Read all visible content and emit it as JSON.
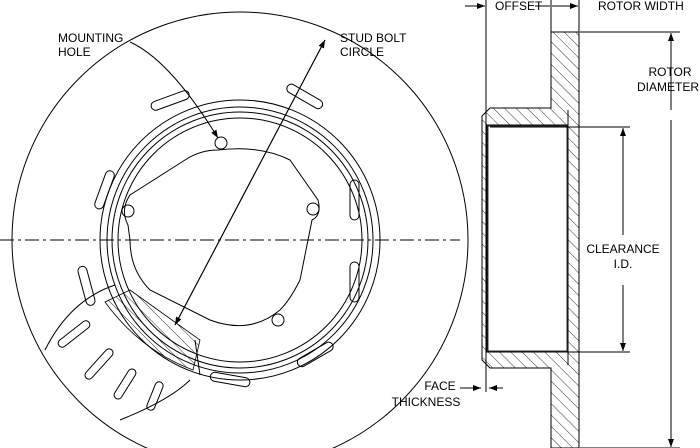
{
  "labels": {
    "mounting_hole": [
      "MOUNTING",
      "HOLE"
    ],
    "stud_bolt_circle": [
      "STUD BOLT",
      "CIRCLE"
    ],
    "offset": "OFFSET",
    "rotor_width": "ROTOR WIDTH",
    "rotor_diameter": [
      "ROTOR",
      "DIAMETER"
    ],
    "clearance_id": [
      "CLEARANCE",
      "I.D."
    ],
    "face_thickness": [
      "FACE",
      "THICKNESS"
    ]
  },
  "colors": {
    "line": "#000000",
    "background": "#ffffff"
  }
}
